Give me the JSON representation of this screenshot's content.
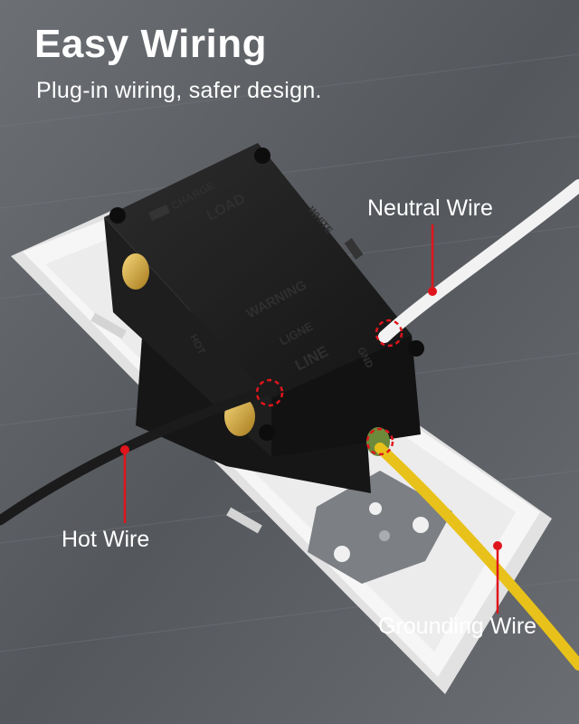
{
  "header": {
    "title": "Easy Wiring",
    "subtitle": "Plug-in wiring, safer design."
  },
  "callouts": {
    "neutral": "Neutral Wire",
    "hot": "Hot Wire",
    "ground": "Grounding Wire"
  },
  "box_markings": {
    "load": "LOAD",
    "charge": "CHARGE",
    "line": "LINE",
    "ligne": "LIGNE",
    "warning": "WARNING",
    "hot": "HOT",
    "white": "WHITE",
    "gnd": "GND"
  },
  "colors": {
    "callout_red": "#e0151c",
    "ground_wire": "#e8c21a",
    "hot_wire": "#1b1b1b",
    "neutral_wire": "#f2f2f2",
    "box": "#1c1c1c",
    "wall_plate": "#f3f3f3"
  }
}
